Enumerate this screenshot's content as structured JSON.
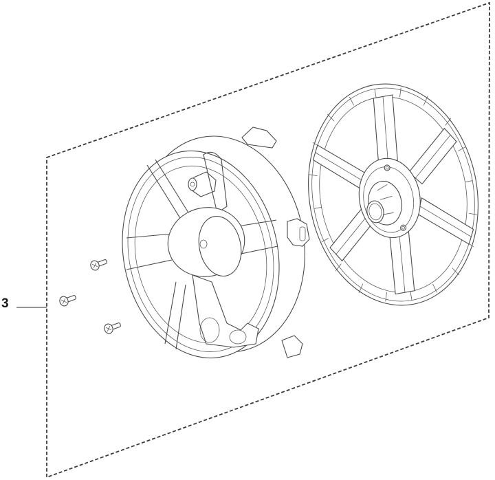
{
  "diagram": {
    "type": "exploded-parts-view",
    "callouts": [
      {
        "id": "callout-3",
        "label": "3",
        "refers_to": "fan-assembly-kit"
      }
    ],
    "parts": [
      {
        "name": "fan-housing-shroud",
        "description": "Circular fan housing with spokes, motor mount and side clips"
      },
      {
        "name": "fan-impeller",
        "description": "Six-spoke fan wheel with central hub and two screw bosses"
      },
      {
        "name": "screw",
        "count": 3
      }
    ],
    "kit_boundary": {
      "style": "dashed parallelogram"
    }
  },
  "colors": {
    "line": "#4a4a4a",
    "background": "#ffffff",
    "label": "#1a1a1a"
  }
}
